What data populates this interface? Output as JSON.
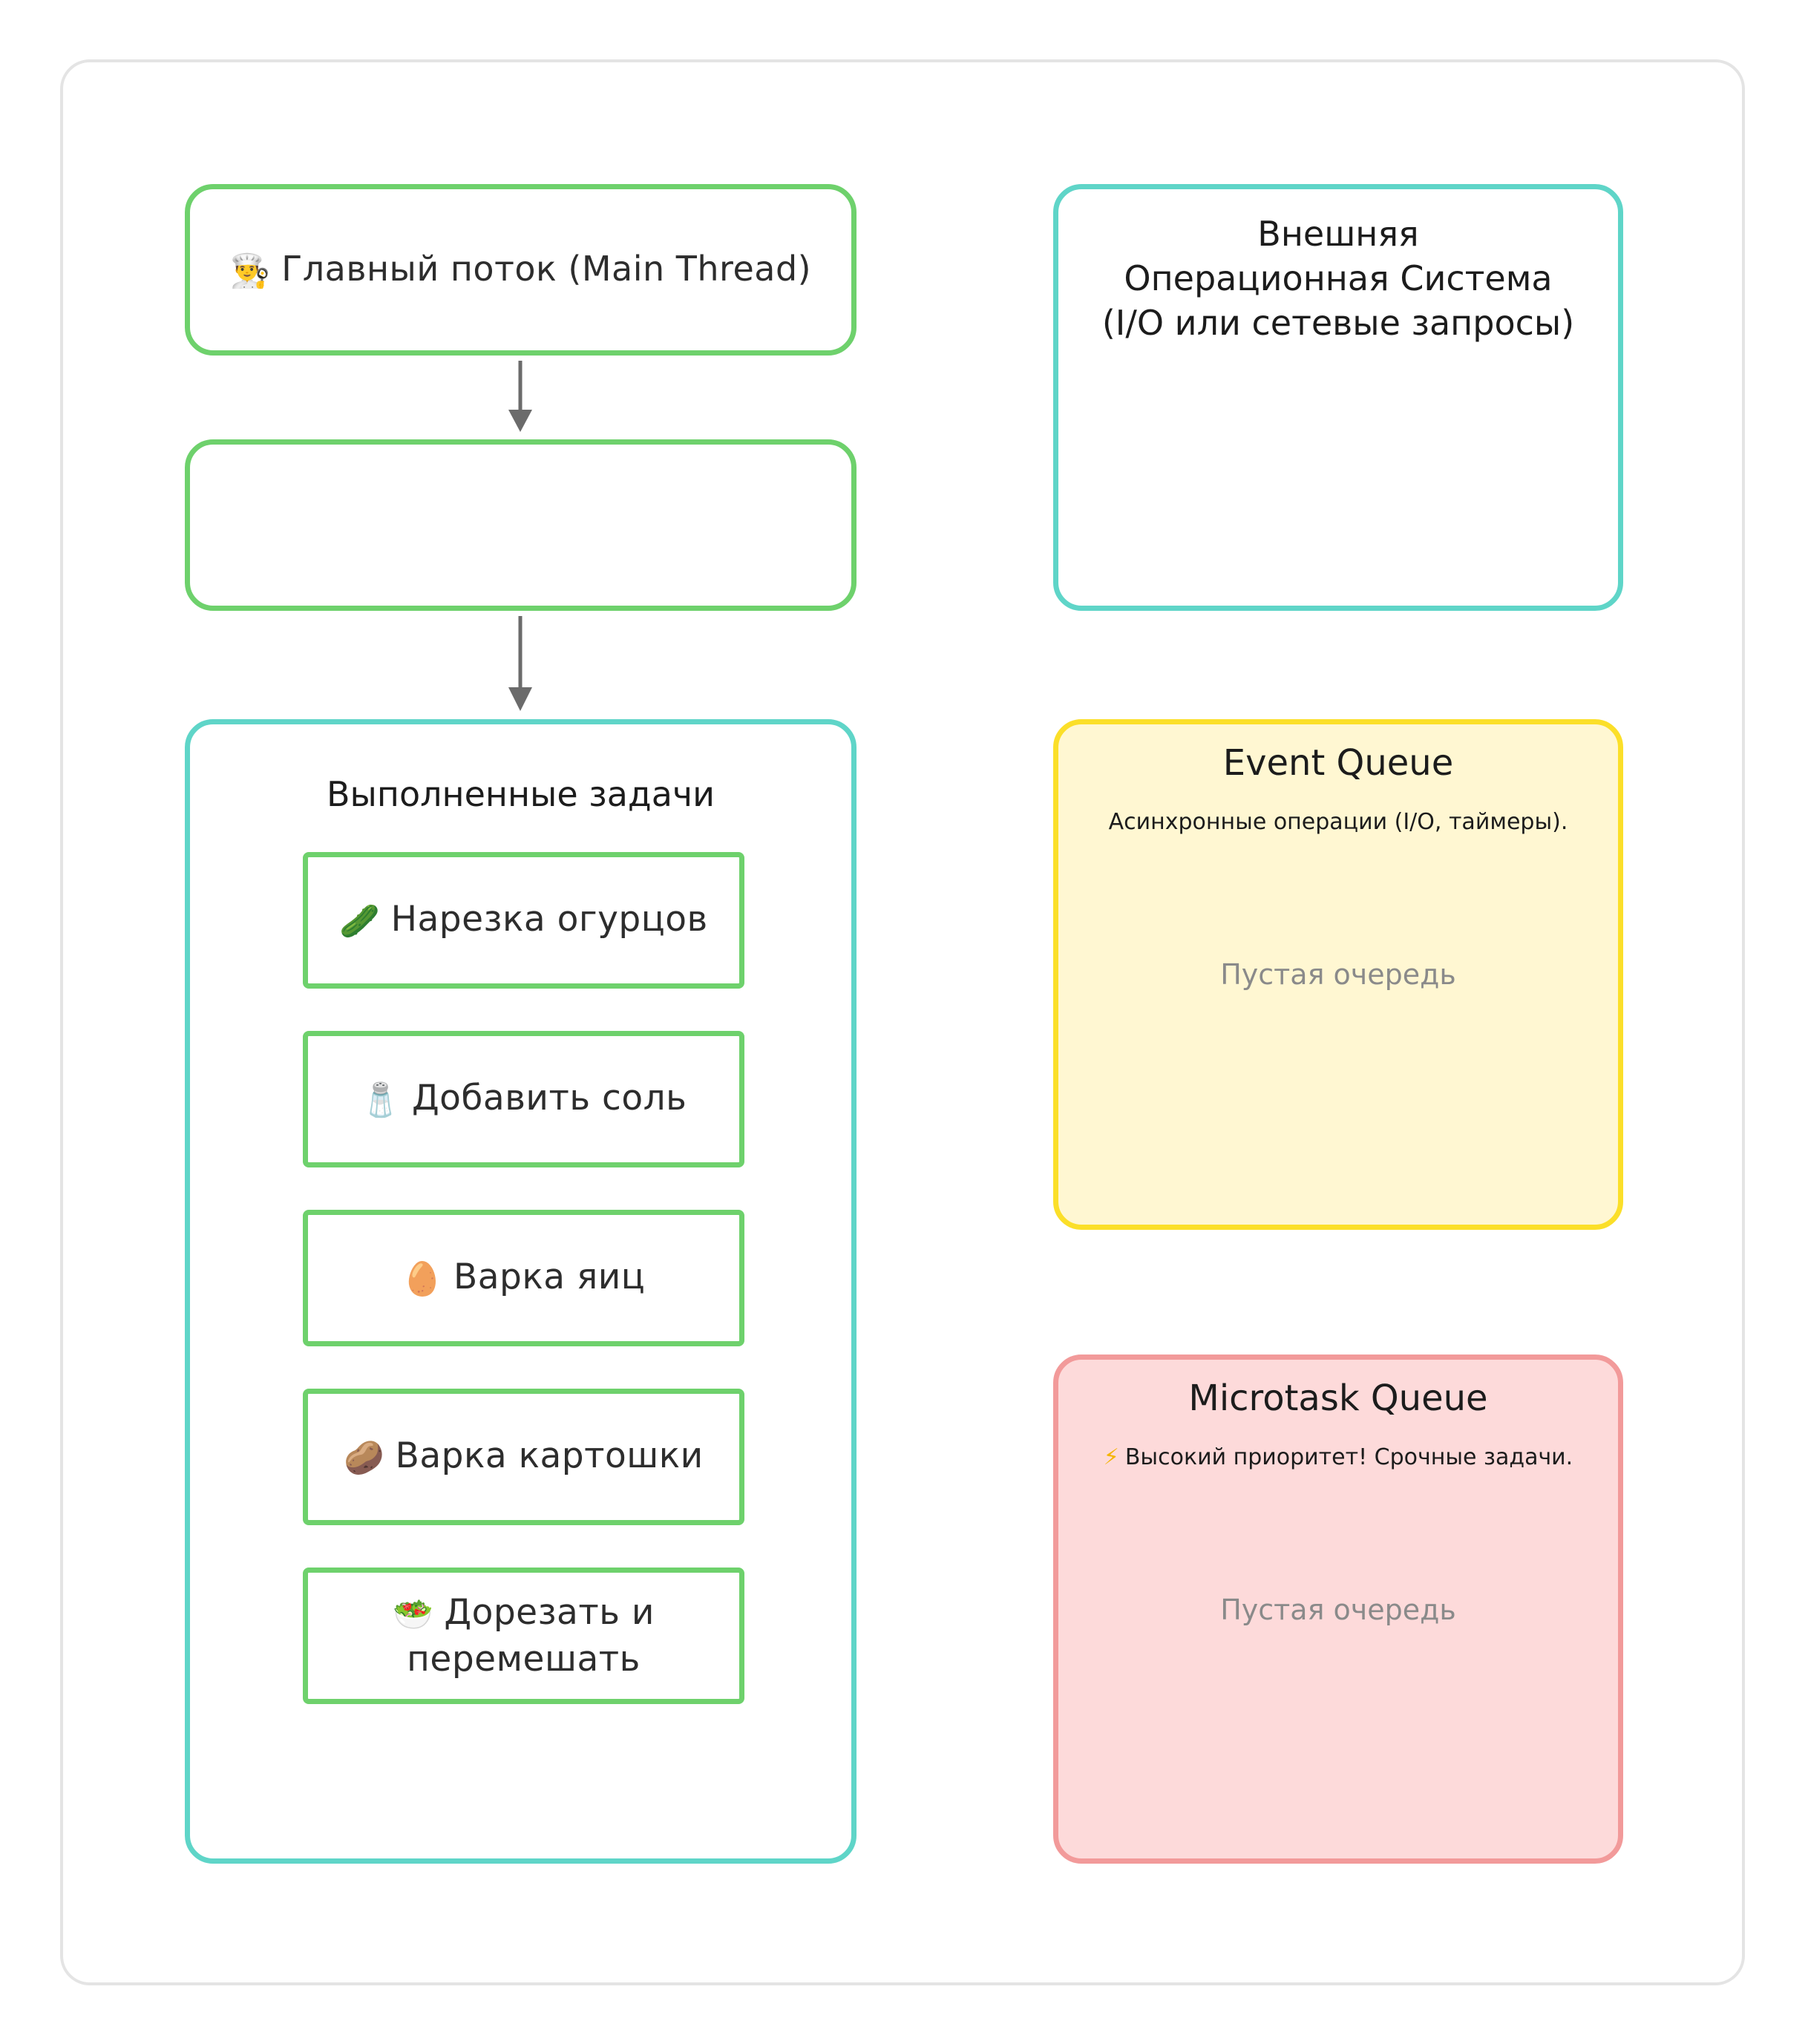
{
  "main_thread": {
    "icon": "chef-emoji-icon",
    "icon_glyph": "👨‍🍳",
    "label": "Главный поток (Main Thread)"
  },
  "current_task": {
    "label": ""
  },
  "completed": {
    "title": "Выполненные задачи",
    "tasks": [
      {
        "icon": "cucumber-icon",
        "icon_glyph": "🥒",
        "label": "Нарезка огурцов"
      },
      {
        "icon": "salt-shaker-icon",
        "icon_glyph": "🧂",
        "label": "Добавить соль"
      },
      {
        "icon": "egg-icon",
        "icon_glyph": "🥚",
        "label": "Варка яиц"
      },
      {
        "icon": "potato-icon",
        "icon_glyph": "🥔",
        "label": "Варка картошки"
      },
      {
        "icon": "salad-icon",
        "icon_glyph": "🥗",
        "label": "Дорезать и перемешать"
      }
    ]
  },
  "os": {
    "title": "Внешняя\nОперационная Система\n(I/O или сетевые запросы)"
  },
  "event_queue": {
    "title": "Event Queue",
    "description": "Асинхронные операции (I/O, таймеры).",
    "empty_text": "Пустая очередь"
  },
  "microtask_queue": {
    "title": "Microtask Queue",
    "icon": "lightning-icon",
    "icon_glyph": "⚡",
    "description": "Высокий приоритет! Срочные задачи.",
    "empty_text": "Пустая очередь"
  },
  "colors": {
    "green_border": "#6ed16c",
    "teal_border": "#5fd5c8",
    "yellow_border": "#fbdf29",
    "yellow_fill": "#fff7d2",
    "red_border": "#f29a9a",
    "red_fill": "#fddada",
    "arrow": "#6b6b6b",
    "muted_text": "#8a8a8a"
  }
}
